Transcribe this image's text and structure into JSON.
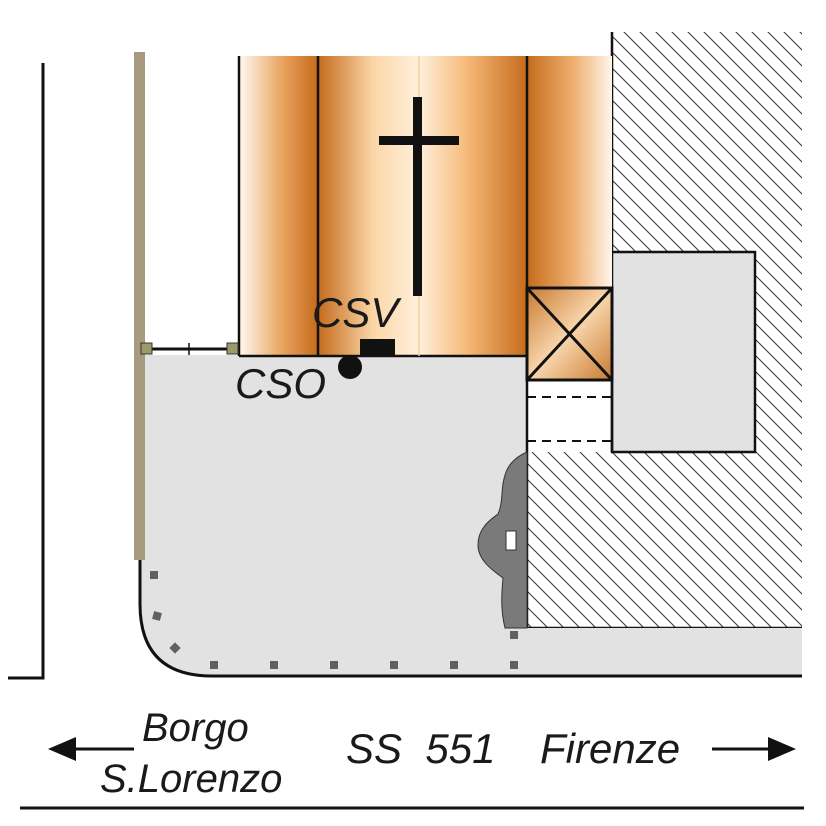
{
  "labels": {
    "csv": "CSV",
    "cso": "CSO",
    "borgo_line1": "Borgo",
    "borgo_line2": "S.Lorenzo",
    "road": "SS  551",
    "firenze": "Firenze"
  },
  "colors": {
    "pavement": "#e2e2e2",
    "wall": "#a89a80",
    "copper_dark": "#c56b1c",
    "copper_light": "#fbd7a8",
    "gray_feature": "#7a7a7a",
    "marker": "#606060"
  }
}
